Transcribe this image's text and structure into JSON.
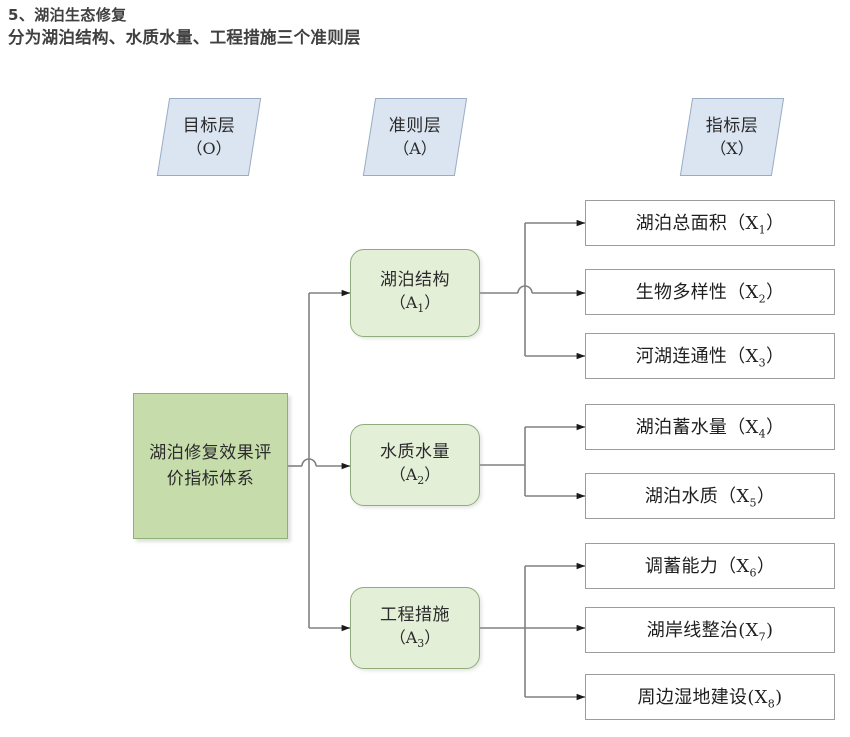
{
  "header": {
    "line1": "5、湖泊生态修复",
    "line2": "分为湖泊结构、水质水量、工程措施三个准则层"
  },
  "layer_banners": [
    {
      "name": "目标层",
      "code": "（O）"
    },
    {
      "name": "准则层",
      "code": "（A）"
    },
    {
      "name": "指标层",
      "code": "（X）"
    }
  ],
  "goal": {
    "label": "湖泊修复效果评价指标体系"
  },
  "criteria": [
    {
      "name": "湖泊结构",
      "code": "（A",
      "sub": "1",
      "code_end": "）"
    },
    {
      "name": "水质水量",
      "code": "（A",
      "sub": "2",
      "code_end": "）"
    },
    {
      "name": "工程措施",
      "code": "（A",
      "sub": "3",
      "code_end": "）"
    }
  ],
  "indicators": [
    {
      "name": "湖泊总面积",
      "open": "（X",
      "sub": "1",
      "close": "）",
      "parent": "A1"
    },
    {
      "name": "生物多样性",
      "open": "（X",
      "sub": "2",
      "close": "）",
      "parent": "A1"
    },
    {
      "name": "河湖连通性",
      "open": "（X",
      "sub": "3",
      "close": "）",
      "parent": "A1"
    },
    {
      "name": "湖泊蓄水量",
      "open": "（X",
      "sub": "4",
      "close": "）",
      "parent": "A2"
    },
    {
      "name": "湖泊水质",
      "open": "（X",
      "sub": "5",
      "close": "）",
      "parent": "A2"
    },
    {
      "name": "调蓄能力",
      "open": "（X",
      "sub": "6",
      "close": "）",
      "parent": "A3"
    },
    {
      "name": "湖岸线整治",
      "open": "(X",
      "sub": "7",
      "close": ")",
      "parent": "A3"
    },
    {
      "name": "周边湿地建设",
      "open": "(X",
      "sub": "8",
      "close": ")",
      "parent": "A3"
    }
  ],
  "colors": {
    "banner_fill": "#dbe5f1",
    "banner_border": "#9aadc4",
    "goal_fill": "#c6ddab",
    "goal_border": "#8fae78",
    "criterion_fill": "#e4efd8",
    "criterion_border": "#90ac7c",
    "indicator_fill": "#ffffff",
    "indicator_border": "#9c9c9c",
    "connector": "#808080",
    "text": "#2b2b2b",
    "header_text": "#404040"
  }
}
